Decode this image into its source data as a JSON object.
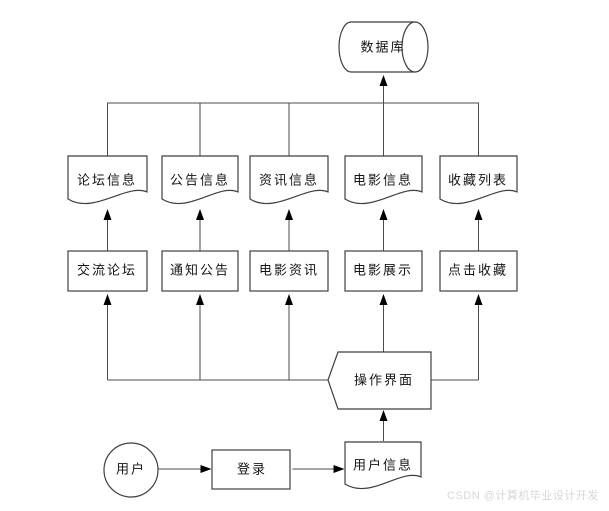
{
  "colors": {
    "background": "#ffffff",
    "line": "#4b4b4b",
    "shape_stroke": "#3f3f3f",
    "shape_fill": "#ffffff",
    "arrow": "#000000",
    "text": "#141414",
    "watermark": "#d7d7d7"
  },
  "diagram": {
    "database": {
      "label": "数据库"
    },
    "info_stores": [
      {
        "label": "论坛信息"
      },
      {
        "label": "公告信息"
      },
      {
        "label": "资讯信息"
      },
      {
        "label": "电影信息"
      },
      {
        "label": "收藏列表"
      }
    ],
    "functions": [
      {
        "label": "交流论坛"
      },
      {
        "label": "通知公告"
      },
      {
        "label": "电影资讯"
      },
      {
        "label": "电影展示"
      },
      {
        "label": "点击收藏"
      }
    ],
    "interface": {
      "label": "操作界面"
    },
    "user": {
      "label": "用户"
    },
    "login": {
      "label": "登录"
    },
    "user_info": {
      "label": "用户信息"
    }
  },
  "watermark": {
    "text": "CSDN @计算机毕业设计开发"
  }
}
